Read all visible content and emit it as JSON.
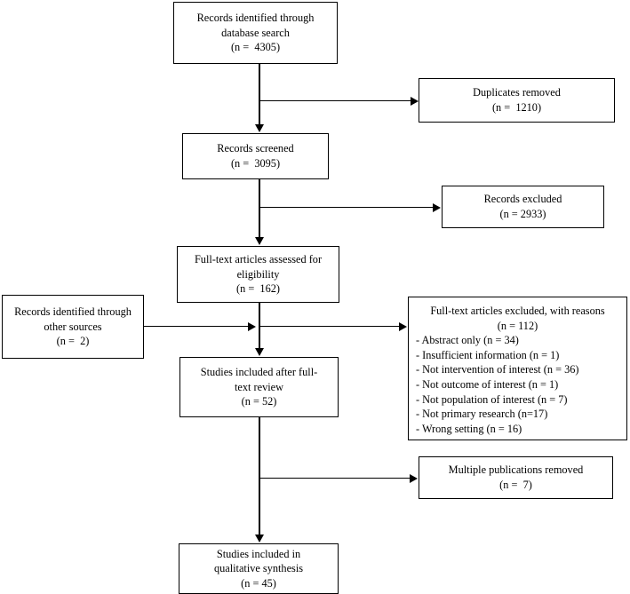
{
  "diagram": {
    "title": "PRISMA study selection flow diagram",
    "type": "flowchart",
    "line_color": "#000000",
    "background_color": "#ffffff"
  },
  "nodes": {
    "identified_database": {
      "line1": "Records identified through",
      "line2": "database search",
      "line3": "(n =  4305)"
    },
    "duplicates_removed": {
      "line1": "Duplicates removed",
      "line2": "(n =  1210)"
    },
    "records_screened": {
      "line1": "Records screened",
      "line2": "(n =  3095)"
    },
    "records_excluded": {
      "line1": "Records excluded",
      "line2": "(n = 2933)"
    },
    "fulltext_assessed": {
      "line1": "Full-text articles assessed for",
      "line2": "eligibility",
      "line3": "(n =  162)"
    },
    "identified_other": {
      "line1": "Records identified through",
      "line2": "other sources",
      "line3": "(n =  2)"
    },
    "fulltext_excluded": {
      "header1": "Full-text articles excluded, with reasons",
      "header2": "(n = 112)",
      "reasons": [
        "- Abstract only (n = 34)",
        "- Insufficient information (n = 1)",
        "- Not intervention of interest (n = 36)",
        "- Not outcome of interest (n = 1)",
        "- Not population of interest (n = 7)",
        "- Not primary research (n=17)",
        "- Wrong setting (n = 16)"
      ]
    },
    "included_after_fulltext": {
      "line1": "Studies included after full-",
      "line2": "text review",
      "line3": "(n = 52)"
    },
    "multiple_publications_removed": {
      "line1": "Multiple publications removed",
      "line2": "(n =  7)"
    },
    "included_qualitative": {
      "line1": "Studies included in",
      "line2": "qualitative synthesis",
      "line3": "(n = 45)"
    }
  }
}
